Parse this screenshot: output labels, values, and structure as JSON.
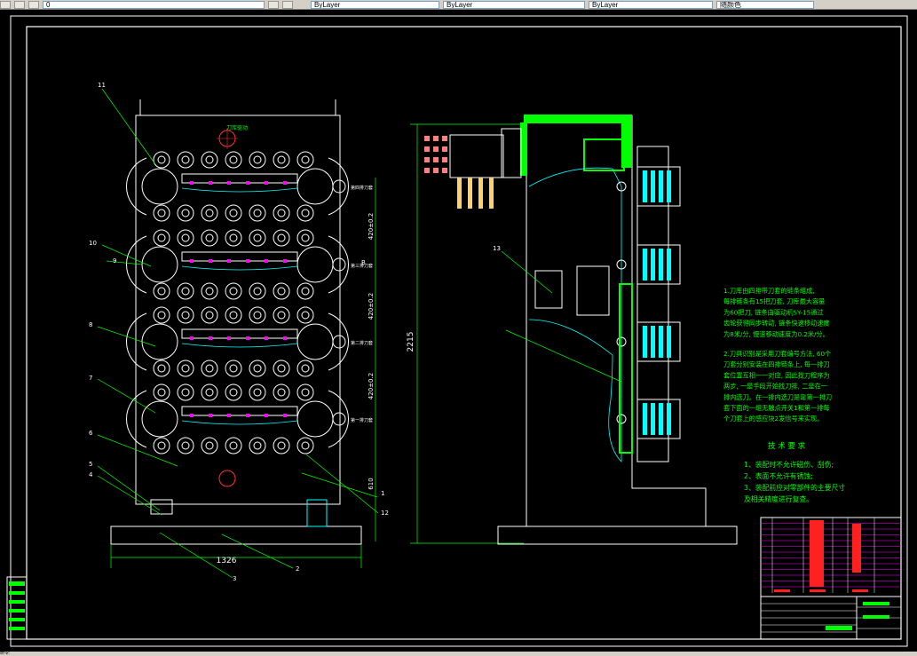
{
  "toolbar": {
    "layer_combo": "0",
    "color_combo": "ByLayer",
    "linetype_combo": "ByLayer",
    "lineweight_combo": "ByLayer",
    "plotstyle_combo": "随颜色"
  },
  "drawing": {
    "callouts": [
      "11",
      "10",
      "9",
      "8",
      "7",
      "6",
      "5",
      "4",
      "3",
      "2",
      "1",
      "12",
      "13"
    ],
    "dims": {
      "overall_width": "1326",
      "height": "2215",
      "pitch_1": "420±0.2",
      "pitch_2": "420±0.2",
      "pitch_3": "420±0.2",
      "bottom": "610"
    },
    "section_mark": "B",
    "chain_labels": [
      "第四排刀套",
      "第三排刀套",
      "第二排刀套",
      "第一排刀套"
    ],
    "top_label": "刀库驱动",
    "notes": [
      "1.刀库由四排带刀套的链条组成,",
      "每排链条有15把刀套, 刀库最大容量",
      "为60把刀, 链条由驱动机SY-15通过",
      "齿轮获得同步转动, 链条快速移动速度",
      "为8米/分, 慢速移动速度为0.2米/分。",
      "2.刀具识别是采用刀套编号方法, 60个",
      "刀套分别安装在四排链条上, 每一排刀",
      "套位置互相一一对应, 因此找刀程序为",
      "两步, 一是手段开始找刀排, 二是在一",
      "排内选刀。在一排内选刀是靠第一排刀",
      "套下面的一组无触点开关1和第一排每",
      "个刀套上的感应块2发信号来实现。"
    ],
    "tech_title": "技 术 要 求",
    "tech_reqs": [
      "1、装配时不允许磁伤、刮伤;",
      "2、表面不允许有锈蚀;",
      "3、装配前应对零部件的主要尺寸",
      "及相关精度进行复查。"
    ]
  },
  "status": {
    "text": "命令:"
  }
}
